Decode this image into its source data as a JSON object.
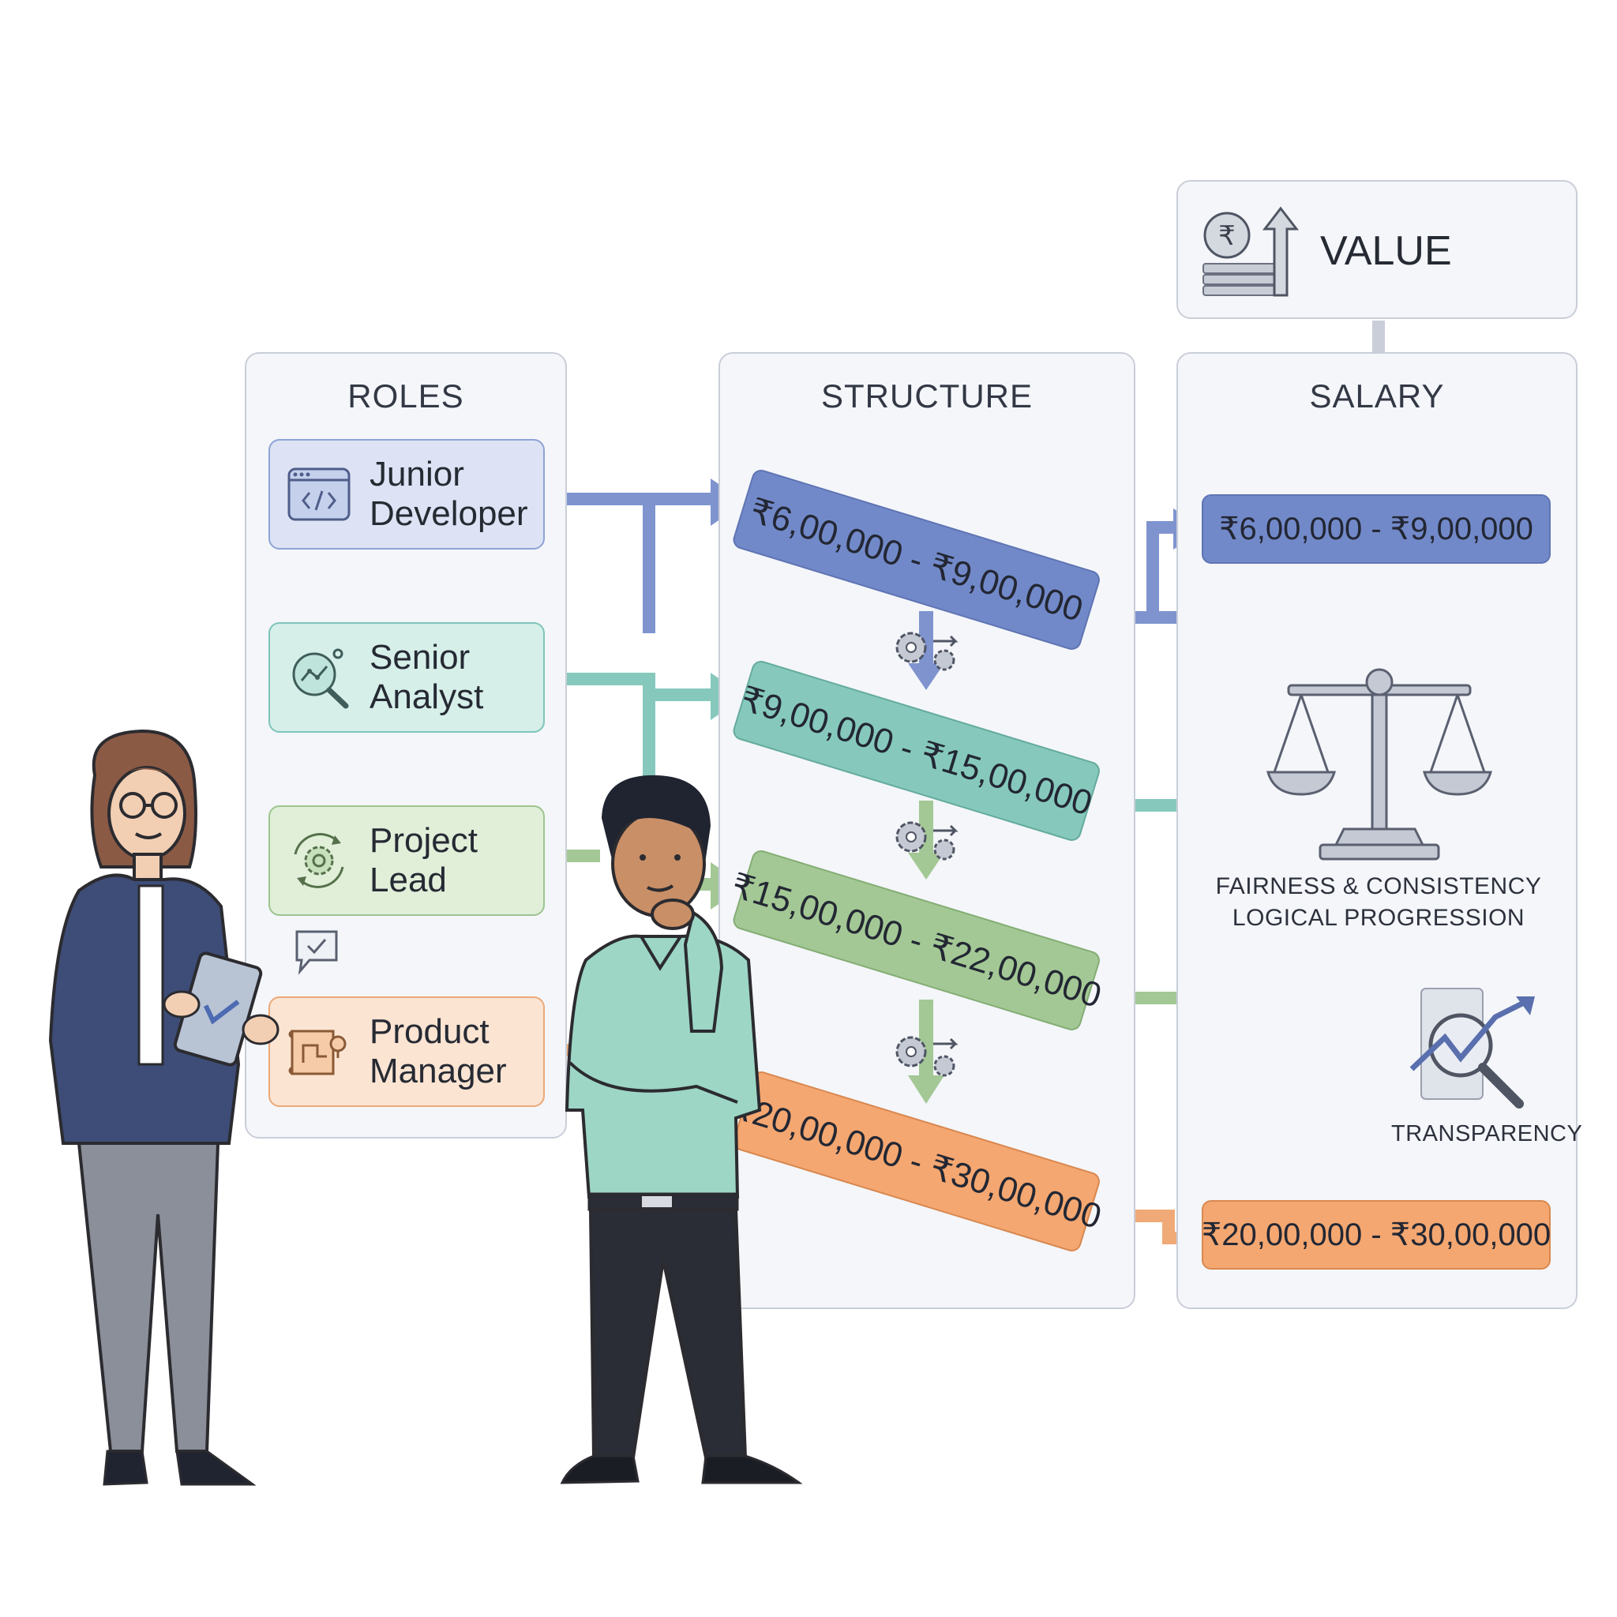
{
  "value_box": {
    "label": "VALUE",
    "icon": "rupee-coin-growth-icon"
  },
  "panels": {
    "roles": {
      "title": "ROLES"
    },
    "structure": {
      "title": "STRUCTURE"
    },
    "salary": {
      "title": "SALARY"
    }
  },
  "roles": [
    {
      "label": "Junior\nDeveloper",
      "icon": "code-window-icon",
      "color": "#8fa3d6",
      "fill": "#dde3f4"
    },
    {
      "label": "Senior\nAnalyst",
      "icon": "magnifier-chart-icon",
      "color": "#7fc4b9",
      "fill": "#d6efe9"
    },
    {
      "label": "Project\nLead",
      "icon": "gear-cycle-icon",
      "color": "#9dc48f",
      "fill": "#e1efd9"
    },
    {
      "label": "Product\nManager",
      "icon": "roadmap-icon",
      "color": "#eba979",
      "fill": "#fbe4d2"
    }
  ],
  "structure_bands": [
    {
      "label": "₹6,00,000 - ₹9,00,000",
      "color": "#7289c9"
    },
    {
      "label": "₹9,00,000 - ₹15,00,000",
      "color": "#7ec3b6"
    },
    {
      "label": "₹15,00,000 - ₹22,00,000",
      "color": "#9bc38a"
    },
    {
      "label": "₹20,00,000 - ₹30,00,000",
      "color": "#ee9f66"
    }
  ],
  "salary": {
    "top_band": {
      "label": "₹6,00,000 - ₹9,00,000",
      "color": "#7289c9"
    },
    "bottom_band": {
      "label": "₹20,00,000 - ₹30,00,000",
      "color": "#ee9f66"
    },
    "fairness_line1": "FAIRNESS & CONSISTENCY",
    "fairness_line2": "LOGICAL PROGRESSION",
    "transparency": "TRANSPARENCY",
    "scale_icon": "balance-scale-icon",
    "transparency_icon": "transparency-chart-icon"
  },
  "people": [
    {
      "name": "woman-with-tablet",
      "role": "presenter"
    },
    {
      "name": "man-thinking",
      "role": "observer"
    }
  ]
}
